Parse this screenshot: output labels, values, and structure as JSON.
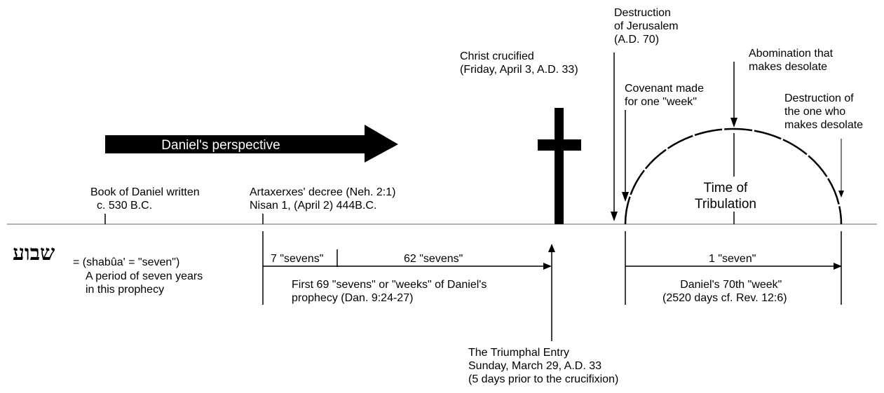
{
  "perspective_label": "Daniel's perspective",
  "hebrew_word": "שבוע",
  "hebrew_gloss": {
    "line1": "= (shabûa' = \"seven\")",
    "line2": "A period of seven years",
    "line3": "in this prophecy"
  },
  "book_written": {
    "line1": "Book of Daniel written",
    "line2": "c. 530 B.C."
  },
  "decree": {
    "line1": "Artaxerxes' decree (Neh. 2:1)",
    "line2": "Nisan 1, (April 2) 444B.C."
  },
  "christ_crucified": {
    "line1": "Christ crucified",
    "line2": "(Friday, April 3, A.D. 33)"
  },
  "destruction_jerusalem": {
    "line1": "Destruction",
    "line2": "of Jerusalem",
    "line3": "(A.D. 70)"
  },
  "covenant": {
    "line1": "Covenant made",
    "line2": "for one \"week\""
  },
  "abomination": {
    "line1": "Abomination that",
    "line2": "makes desolate"
  },
  "destruction_one": {
    "line1": "Destruction of",
    "line2": "the one who",
    "line3": "makes desolate"
  },
  "tribulation": {
    "line1": "Time of",
    "line2": "Tribulation"
  },
  "seven_sevens": "7 \"sevens\"",
  "sixtytwo_sevens": "62 \"sevens\"",
  "first69": {
    "line1": "First 69 \"sevens\" or \"weeks\" of Daniel's",
    "line2": "prophecy (Dan. 9:24-27)"
  },
  "one_seven": "1 \"seven\"",
  "seventieth_week": {
    "line1": "Daniel's 70th \"week\"",
    "line2": "(2520 days cf. Rev. 12:6)"
  },
  "triumphal_entry": {
    "line1": "The Triumphal Entry",
    "line2": "Sunday, March 29, A.D. 33",
    "line3": "(5 days prior to the crucifixion)"
  }
}
